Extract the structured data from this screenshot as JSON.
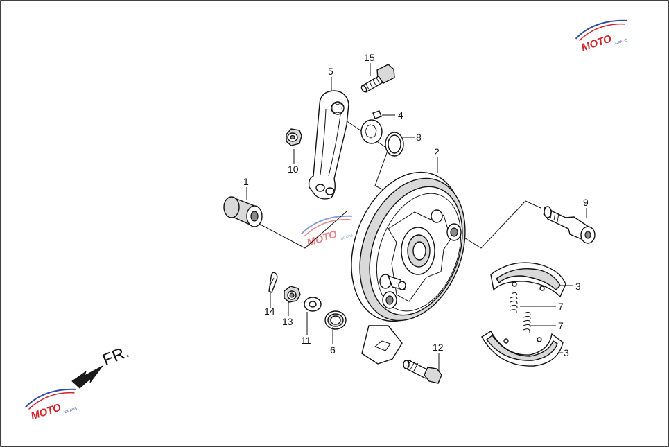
{
  "parts": [
    {
      "id": "part-1",
      "label": "1",
      "name": "rubber-bushing"
    },
    {
      "id": "part-2",
      "label": "2",
      "name": "brake-panel"
    },
    {
      "id": "part-3a",
      "label": "3",
      "name": "brake-shoe-upper"
    },
    {
      "id": "part-3b",
      "label": "3",
      "name": "brake-shoe-lower"
    },
    {
      "id": "part-4",
      "label": "4",
      "name": "wear-indicator-plate"
    },
    {
      "id": "part-5",
      "label": "5",
      "name": "brake-arm"
    },
    {
      "id": "part-6",
      "label": "6",
      "name": "bearing"
    },
    {
      "id": "part-7a",
      "label": "7",
      "name": "shoe-spring-upper"
    },
    {
      "id": "part-7b",
      "label": "7",
      "name": "shoe-spring-lower"
    },
    {
      "id": "part-8",
      "label": "8",
      "name": "o-ring"
    },
    {
      "id": "part-9",
      "label": "9",
      "name": "brake-cam"
    },
    {
      "id": "part-10",
      "label": "10",
      "name": "flange-nut"
    },
    {
      "id": "part-11",
      "label": "11",
      "name": "washer"
    },
    {
      "id": "part-12",
      "label": "12",
      "name": "stud-bolt"
    },
    {
      "id": "part-13",
      "label": "13",
      "name": "castle-nut"
    },
    {
      "id": "part-14",
      "label": "14",
      "name": "cotter-pin"
    },
    {
      "id": "part-15",
      "label": "15",
      "name": "arm-bolt"
    }
  ],
  "direction": {
    "label": "FR."
  },
  "watermark": {
    "text": "MOTO",
    "subtext": "GRATIS"
  },
  "colors": {
    "line": "#111111",
    "fill": "#ffffff",
    "shade": "#d9d9d9",
    "watermark_red": "#d2232a",
    "watermark_blue": "#2b4ea2"
  }
}
